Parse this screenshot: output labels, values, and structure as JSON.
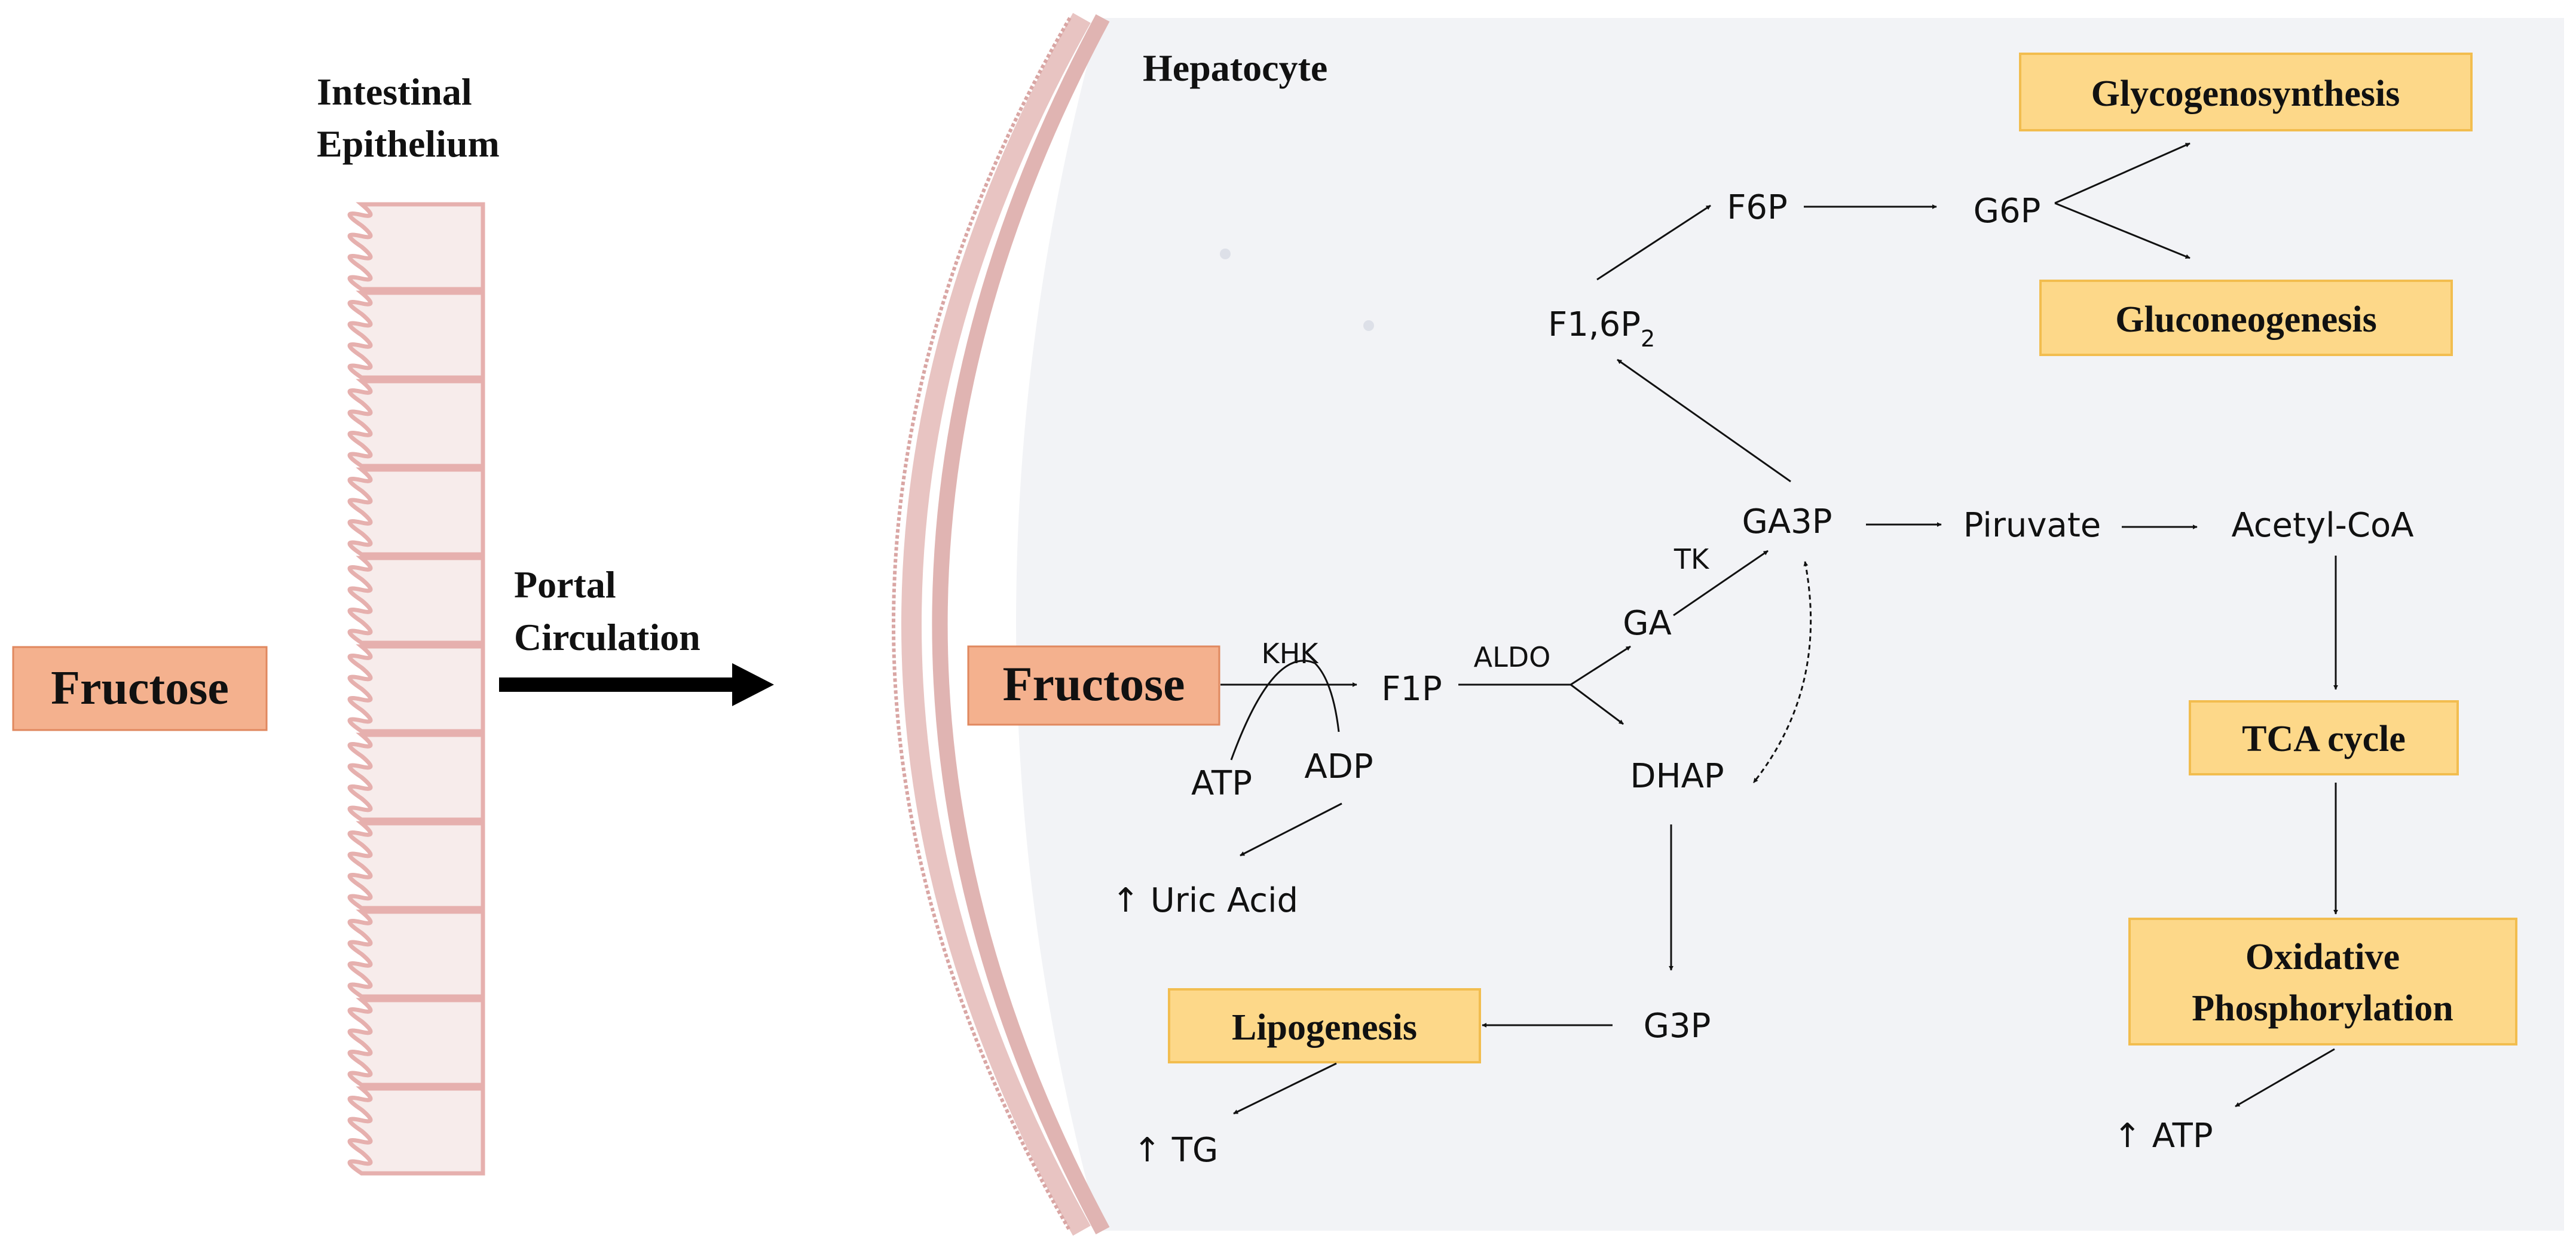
{
  "colors": {
    "hepatocyte_bg": "#f2f3f6",
    "membrane": "#e8c4c2",
    "membrane_dark": "#d9a6a4",
    "villi_stroke": "#e6b0ae",
    "villi_fill": "#f7eceb",
    "fructose_fill": "#f4b18e",
    "fructose_stroke": "#e0885f",
    "outcome_fill": "#fdd889",
    "outcome_stroke": "#f2bd4f",
    "ink": "#111111"
  },
  "labels": {
    "intestinal_line1": "Intestinal",
    "intestinal_line2": "Epithelium",
    "portal_line1": "Portal",
    "portal_line2": "Circulation",
    "hepatocyte": "Hepatocyte",
    "fructose_outside": "Fructose",
    "fructose_inside": "Fructose"
  },
  "metabolites": {
    "khk": "KHK",
    "atp": "ATP",
    "adp": "ADP",
    "uric_acid": "↑ Uric Acid",
    "f1p": "F1P",
    "aldo": "ALDO",
    "ga": "GA",
    "tk": "TK",
    "ga3p": "GA3P",
    "dhap": "DHAP",
    "f16p2_main": "F1,6P",
    "f16p2_sub": "2",
    "f6p": "F6P",
    "g6p": "G6P",
    "piruvate": "Piruvate",
    "acetyl_coa": "Acetyl-CoA",
    "g3p": "G3P",
    "tg": "↑ TG",
    "atp_out": "↑ ATP"
  },
  "outcomes": {
    "glycogenosynthesis": "Glycogenosynthesis",
    "gluconeogenesis": "Gluconeogenesis",
    "tca_cycle": "TCA cycle",
    "oxphos_line1": "Oxidative",
    "oxphos_line2": "Phosphorylation",
    "lipogenesis": "Lipogenesis"
  },
  "icons": {
    "arrow": "arrow-icon",
    "villus": "villus-icon"
  }
}
